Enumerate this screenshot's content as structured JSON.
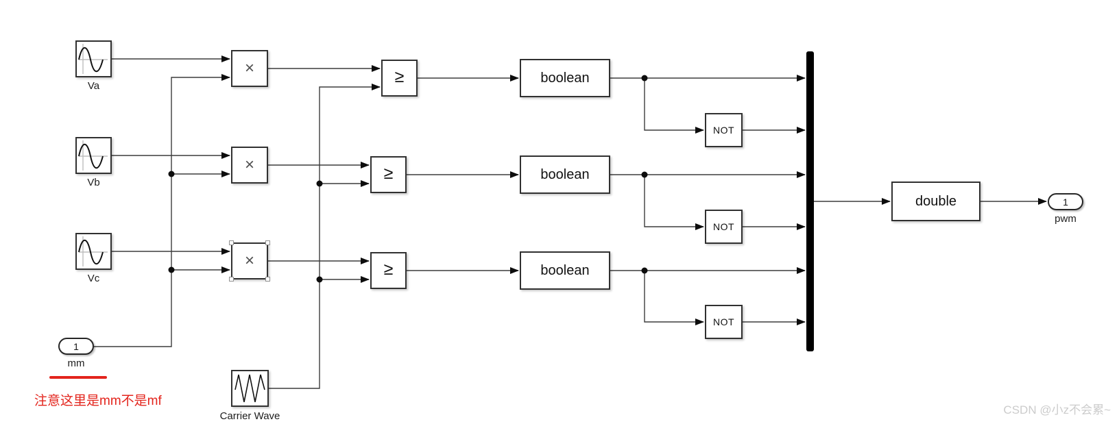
{
  "canvas": {
    "background": "#ffffff"
  },
  "sources": [
    {
      "label": "Va"
    },
    {
      "label": "Vb"
    },
    {
      "label": "Vc"
    }
  ],
  "inport": {
    "value": "1",
    "label": "mm"
  },
  "outport": {
    "value": "1",
    "label": "pwm"
  },
  "carrier": {
    "label": "Carrier Wave"
  },
  "blocks": {
    "product_symbol": "×",
    "relational_symbol": "≥",
    "boolean_label": "boolean",
    "not_label": "NOT",
    "double_label": "double"
  },
  "annotation": {
    "text": "注意这里是mm不是mf",
    "color": "#e3241c"
  },
  "watermark": {
    "text": "CSDN @小z不会累~",
    "color": "#cccccc"
  }
}
